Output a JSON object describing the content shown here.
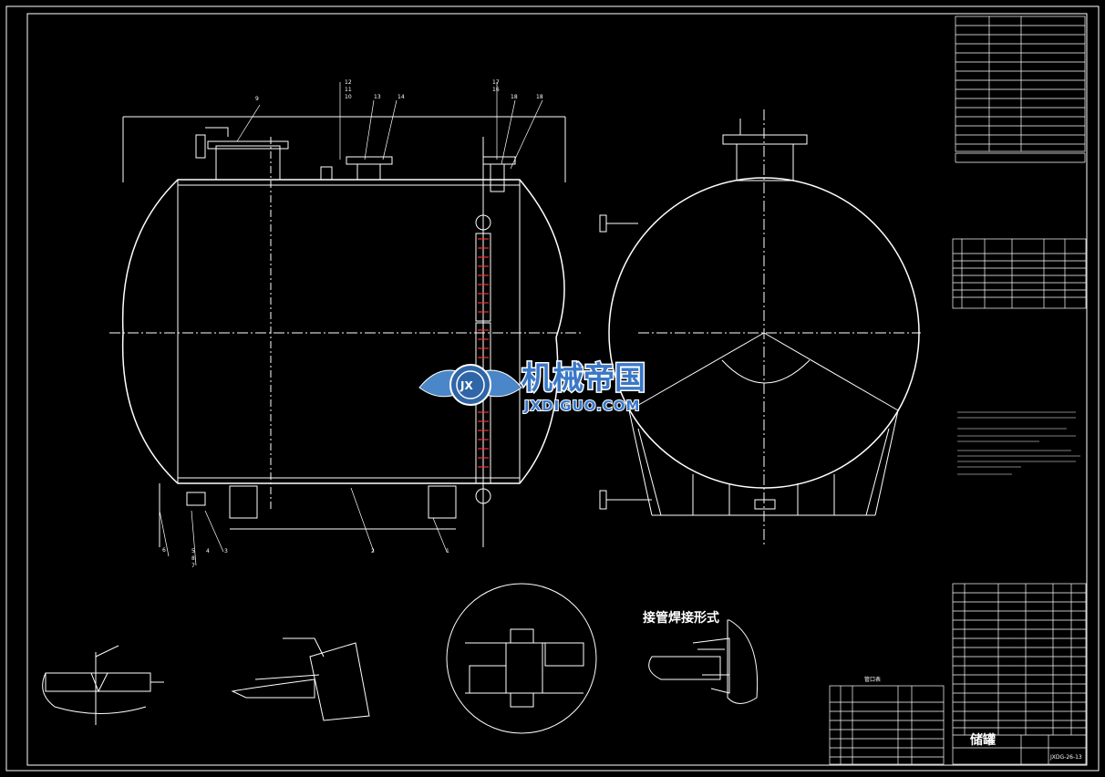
{
  "drawing": {
    "weld_form_title": "接管焊接形式",
    "nozzle_table_title": "管口表",
    "title_block_main": "储罐",
    "drawing_number": "JXDG-26-13"
  },
  "watermark": {
    "brand_cn": "机械帝国",
    "brand_en": "JXDIGUO.COM",
    "logo_letters": "JX",
    "colors": {
      "text": "#3a78c8",
      "shadow": "#ffffff",
      "emblem": "#4a86c8"
    },
    "icon": "gear-wings-icon"
  },
  "callouts": {
    "c1": "1",
    "c2": "2",
    "c3": "3",
    "c4": "4",
    "c5": "5",
    "c6": "6",
    "c7": "7",
    "c8": "8",
    "c9": "9",
    "c10": "10",
    "c11": "11",
    "c12": "12",
    "c13": "13",
    "c14": "14",
    "c16": "16",
    "c17": "17",
    "c18": "18"
  },
  "colors": {
    "line": "#ffffff",
    "dim": "#ffffff",
    "hatch": "#ffffff",
    "level_gauge": "#ff3030",
    "background": "#000000"
  }
}
